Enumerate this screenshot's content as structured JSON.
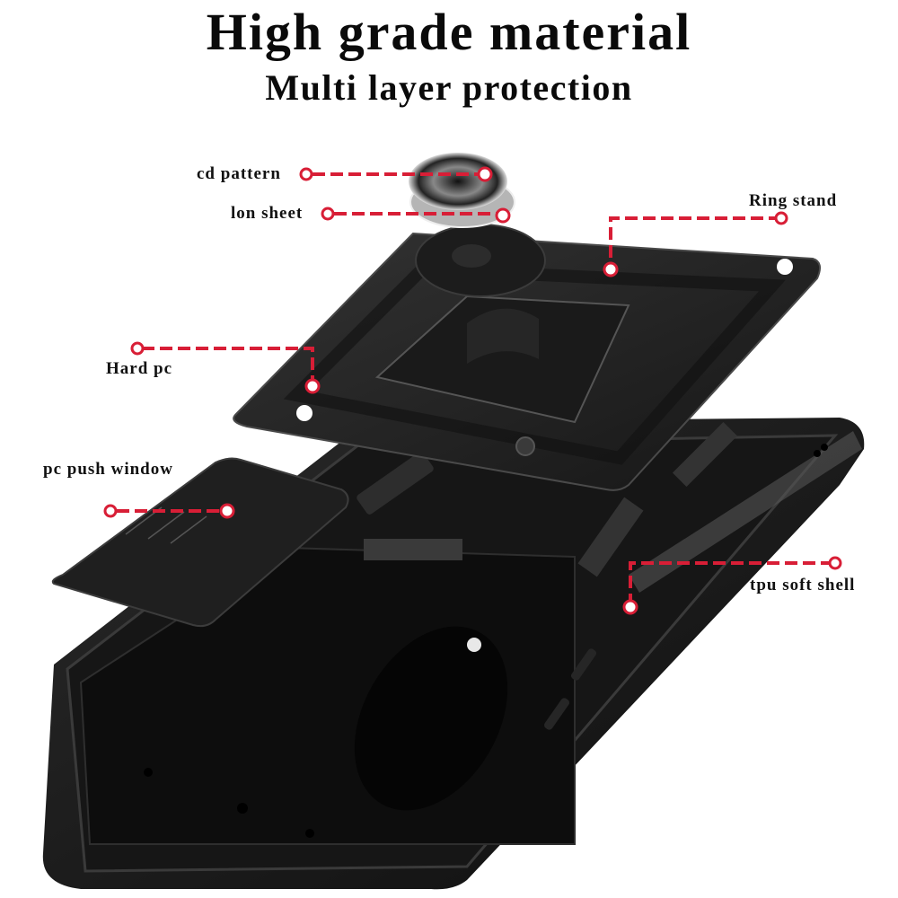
{
  "header": {
    "title": "High grade material",
    "subtitle": "Multi layer protection"
  },
  "callouts": [
    {
      "id": "cd-pattern",
      "label": "cd pattern"
    },
    {
      "id": "ion-sheet",
      "label": "lon sheet"
    },
    {
      "id": "ring-stand",
      "label": "Ring stand"
    },
    {
      "id": "hard-pc",
      "label": "Hard pc"
    },
    {
      "id": "pc-push-window",
      "label": "pc push window"
    },
    {
      "id": "tpu-soft-shell",
      "label": "tpu soft shell"
    }
  ],
  "colors": {
    "callout_red": "#d81e36",
    "case_black": "#1c1c1c",
    "background": "#ffffff"
  }
}
